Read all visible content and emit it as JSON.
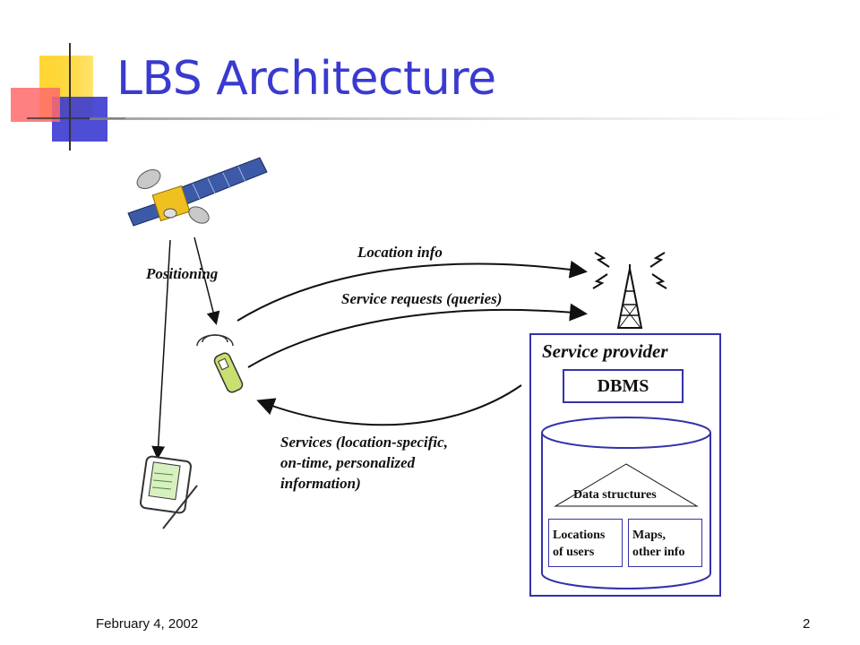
{
  "slide": {
    "title": "LBS Architecture",
    "footer_date": "February 4, 2002",
    "page_number": "2"
  },
  "diagram": {
    "positioning_label": "Positioning",
    "location_info_label": "Location info",
    "service_requests_label": "Service requests (queries)",
    "services_lines": [
      "Services (location-specific,",
      "on-time, personalized",
      "information)"
    ],
    "service_provider_label": "Service provider",
    "dbms_label": "DBMS",
    "data_structures_label": "Data structures",
    "locations_box_lines": [
      "Locations",
      "of users"
    ],
    "maps_box_lines": [
      "Maps,",
      "other info"
    ]
  },
  "icons": [
    "satellite-icon",
    "cell-tower-icon",
    "mobile-phone-icon",
    "pda-icon"
  ],
  "colors": {
    "title": "#3a3ad0",
    "accent_yellow": "#ffd21f",
    "accent_red": "#ff5a5a",
    "accent_blue": "#3a3ad0",
    "provider_border": "#3333aa"
  }
}
